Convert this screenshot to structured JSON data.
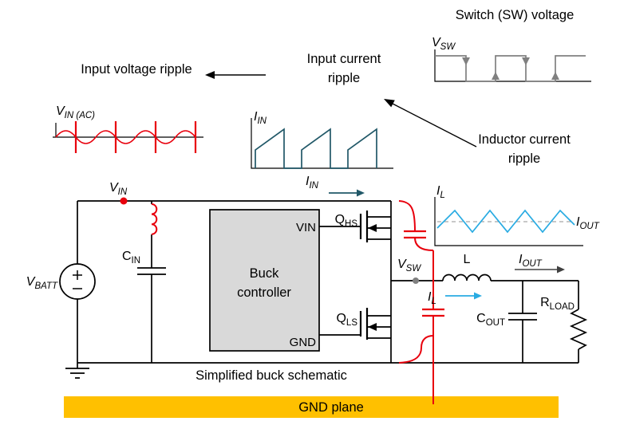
{
  "annotations": {
    "switch_voltage_title": "Switch (SW) voltage",
    "input_voltage_ripple": "Input voltage ripple",
    "input_current_ripple": {
      "line1": "Input current",
      "line2": "ripple"
    },
    "inductor_current_ripple": {
      "line1": "Inductor current",
      "line2": "ripple"
    }
  },
  "waveforms": {
    "vsw": {
      "base": "V",
      "sub": "SW"
    },
    "vin_ac": {
      "base": "V",
      "sub": "IN (AC)"
    },
    "iin": {
      "base": "I",
      "sub": "IN"
    },
    "il": {
      "base": "I",
      "sub": "L"
    },
    "iout": {
      "base": "I",
      "sub": "OUT"
    }
  },
  "schematic": {
    "vin_node": {
      "base": "V",
      "sub": "IN"
    },
    "vbatt": {
      "base": "V",
      "sub": "BATT"
    },
    "cin": {
      "base": "C",
      "sub": "IN"
    },
    "controller": {
      "line1": "Buck",
      "line2": "controller",
      "pin_top": "VIN",
      "pin_bottom": "GND"
    },
    "qhs": {
      "base": "Q",
      "sub": "HS"
    },
    "qls": {
      "base": "Q",
      "sub": "LS"
    },
    "vsw_node": {
      "base": "V",
      "sub": "SW"
    },
    "iin_label": {
      "base": "I",
      "sub": "IN"
    },
    "inductor_label": "L",
    "il_label": {
      "base": "I",
      "sub": "L"
    },
    "cout": {
      "base": "C",
      "sub": "OUT"
    },
    "rload": {
      "base": "R",
      "sub": "LOAD"
    },
    "iout_label": {
      "base": "I",
      "sub": "OUT"
    },
    "caption": "Simplified buck schematic"
  },
  "gnd_plane": {
    "label": "GND plane"
  },
  "colors": {
    "red": "#e8000d",
    "teal": "#215868",
    "cyan": "#29abe2",
    "gray": "#808080",
    "dash_gray": "#a6a6a6",
    "arrow_dark": "#404040",
    "controller_fill": "#d9d9d9",
    "gnd_plane_fill": "#ffc000"
  }
}
